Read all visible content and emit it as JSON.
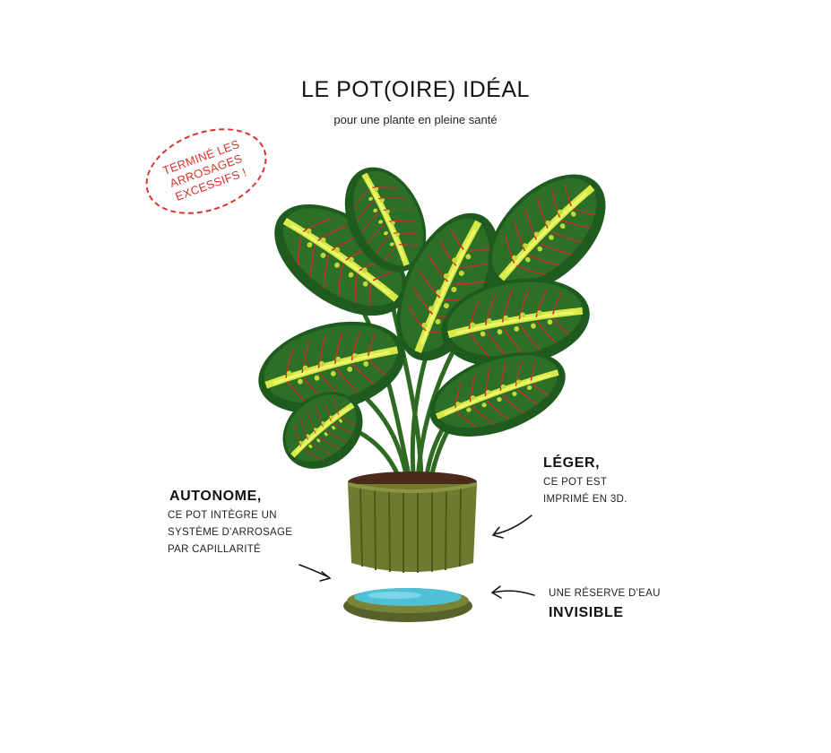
{
  "title": "LE POT(OIRE) IDÉAL",
  "subtitle": "pour une plante en pleine santé",
  "stamp": {
    "lines": [
      "TERMINÉ LES",
      "ARROSAGES",
      "EXCESSIFS !"
    ],
    "color": "#d9322b"
  },
  "features": {
    "autonome": {
      "heading": "AUTONOME,",
      "lines": [
        "CE POT INTÈGRE UN",
        "SYSTÈME D'ARROSAGE",
        "PAR CAPILLARITÉ"
      ]
    },
    "leger": {
      "heading": "LÉGER,",
      "lines": [
        "CE POT EST",
        "IMPRIMÉ EN 3D."
      ]
    },
    "reserve": {
      "line": "UNE RÉSERVE D'EAU",
      "heading": "INVISIBLE"
    }
  },
  "colors": {
    "leaf_dark": "#1f5a1f",
    "leaf_mid": "#2f7a2a",
    "leaf_stripe": "#d8ea4a",
    "vein": "#c0302a",
    "pot": "#6f7a2e",
    "water": "#4fc0d6"
  }
}
